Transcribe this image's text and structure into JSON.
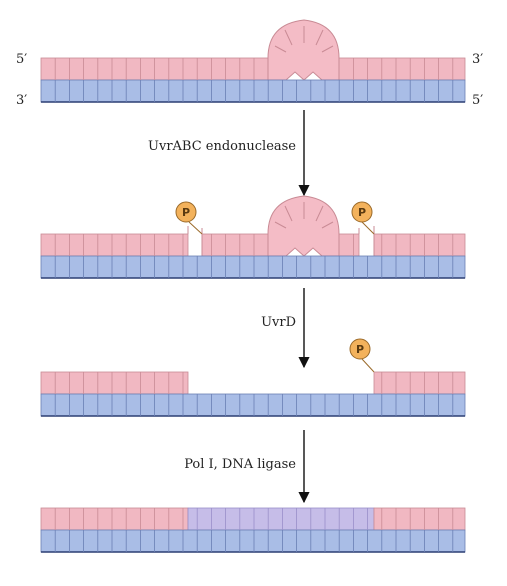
{
  "strand_labels": {
    "top_left": "5′",
    "top_right": "3′",
    "bottom_left": "3′",
    "bottom_right": "5′"
  },
  "steps": [
    {
      "label": "UvrABC endonuclease"
    },
    {
      "label": "UvrD"
    },
    {
      "label": "Pol I, DNA ligase"
    }
  ],
  "phosphate_label": "P",
  "colors": {
    "top_strand": "#f1b8c2",
    "bottom_strand": "#a9bde6",
    "new_dna": "#c6bde8",
    "bubble": "#f4bcc6",
    "phosphate": "#f3b25c",
    "line": "#2c3e73"
  }
}
